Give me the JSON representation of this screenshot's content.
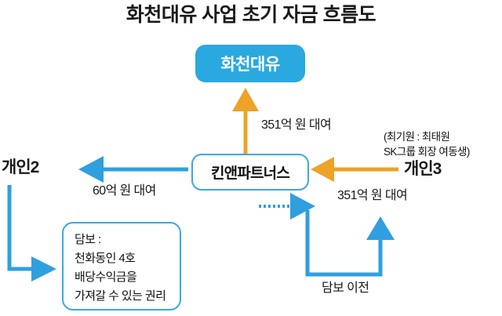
{
  "title": "화천대유 사업 초기 자금 흐름도",
  "colors": {
    "orange": "#eda229",
    "blue": "#2f9fe0",
    "node_fill_blue": "#2aa9e0",
    "node_outline_blue": "#3aa8e5",
    "text_dark": "#1a1a1a",
    "background": "#ffffff"
  },
  "nodes": {
    "hwacheondaeyu": {
      "label": "화천대유",
      "style": "filled-blue"
    },
    "kihn_and_partners": {
      "label": "킨앤파트너스",
      "style": "outlined-blue"
    },
    "person2": {
      "label": "개인2",
      "style": "plain-text"
    },
    "person3": {
      "label": "개인3",
      "style": "plain-text"
    },
    "collateral_box": {
      "style": "outlined-blue",
      "lines": [
        "담보 :",
        "천화동인 4호",
        "배당수익금을",
        "가져갈 수 있는 권리"
      ]
    }
  },
  "notes": {
    "person3_note_line1": "(최기원 : 최태원",
    "person3_note_line2": "SK그룹 회장 여동생)"
  },
  "edges": [
    {
      "name": "kihn-to-hwacheondaeyu",
      "label": "351억 원 대여",
      "color": "orange",
      "direction": "up"
    },
    {
      "name": "person3-to-kihn",
      "label": "351억 원 대여",
      "color": "orange",
      "direction": "left"
    },
    {
      "name": "kihn-to-person2",
      "label": "60억 원 대여",
      "color": "blue",
      "direction": "left"
    },
    {
      "name": "collateral-transfer",
      "label": "담보 이전",
      "color": "blue",
      "direction": "up"
    },
    {
      "name": "person2-to-collateral",
      "label": "",
      "color": "blue",
      "direction": "right"
    },
    {
      "name": "collateral-dotted-to-kihn",
      "label": "",
      "color": "blue",
      "direction": "right",
      "dashed": true
    }
  ]
}
